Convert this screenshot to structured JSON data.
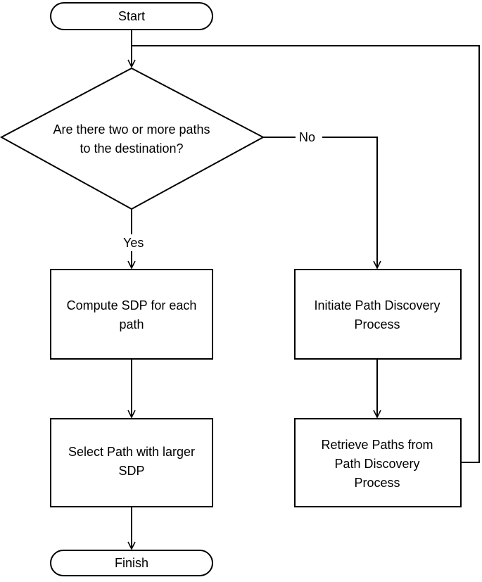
{
  "flowchart": {
    "start": "Start",
    "decision": [
      "Are there two or more paths",
      "to the destination?"
    ],
    "yes_label": "Yes",
    "no_label": "No",
    "compute": [
      "Compute SDP for each",
      "path"
    ],
    "initiate": [
      "Initiate Path Discovery",
      "Process"
    ],
    "select": [
      "Select Path with larger",
      "SDP"
    ],
    "retrieve": [
      "Retrieve Paths from",
      "Path Discovery",
      "Process"
    ],
    "finish": "Finish"
  }
}
